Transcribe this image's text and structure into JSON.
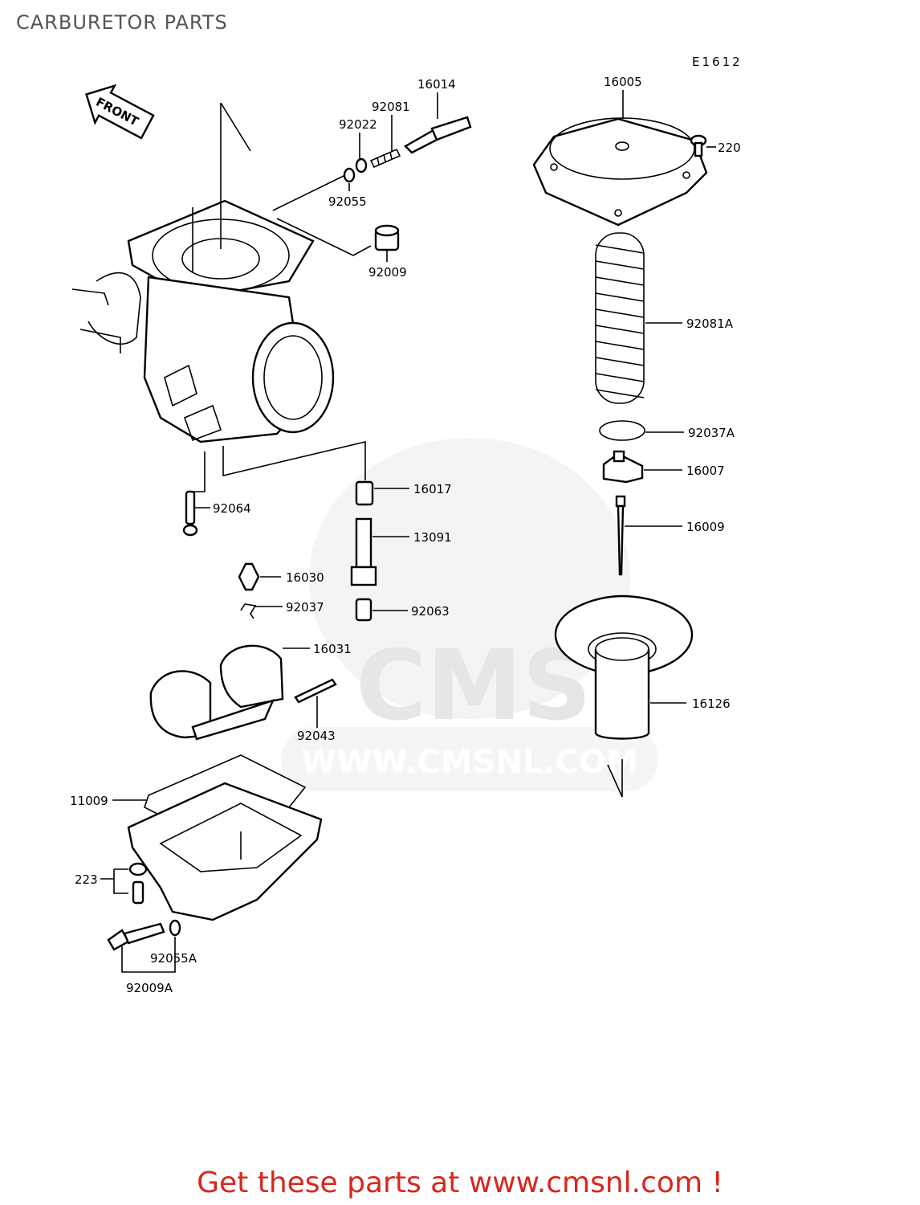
{
  "page": {
    "title": "CARBURETOR PARTS",
    "drawing_code": "E1612",
    "front_tag": "FRONT",
    "footer": "Get these parts at www.cmsnl.com !"
  },
  "watermark": {
    "brand": "CMS",
    "url": "WWW.CMSNL.COM"
  },
  "colors": {
    "footer_text": "#d9261c",
    "title_text": "#555555",
    "watermark": "#e6e6e6"
  },
  "parts": [
    {
      "id": "16014",
      "label": "16014"
    },
    {
      "id": "92081",
      "label": "92081"
    },
    {
      "id": "92022",
      "label": "92022"
    },
    {
      "id": "92055",
      "label": "92055"
    },
    {
      "id": "92009",
      "label": "92009"
    },
    {
      "id": "16005",
      "label": "16005"
    },
    {
      "id": "220",
      "label": "220"
    },
    {
      "id": "92081A",
      "label": "92081A"
    },
    {
      "id": "92037A",
      "label": "92037A"
    },
    {
      "id": "16007",
      "label": "16007"
    },
    {
      "id": "16009",
      "label": "16009"
    },
    {
      "id": "16017",
      "label": "16017"
    },
    {
      "id": "13091",
      "label": "13091"
    },
    {
      "id": "92064",
      "label": "92064"
    },
    {
      "id": "16030",
      "label": "16030"
    },
    {
      "id": "92037",
      "label": "92037"
    },
    {
      "id": "92063",
      "label": "92063"
    },
    {
      "id": "16031",
      "label": "16031"
    },
    {
      "id": "92043",
      "label": "92043"
    },
    {
      "id": "16126",
      "label": "16126"
    },
    {
      "id": "11009",
      "label": "11009"
    },
    {
      "id": "223",
      "label": "223"
    },
    {
      "id": "92055A",
      "label": "92055A"
    },
    {
      "id": "92009A",
      "label": "92009A"
    }
  ]
}
